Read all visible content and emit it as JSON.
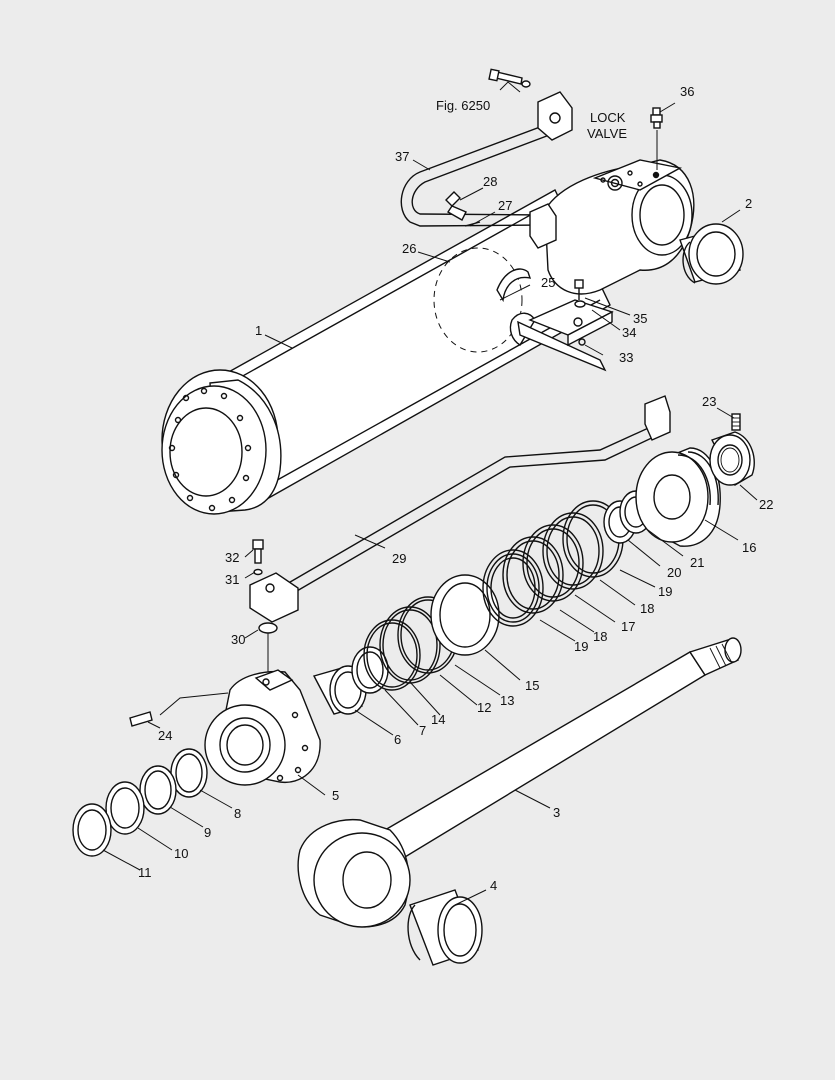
{
  "figure_ref": "Fig. 6250",
  "lock_valve": [
    "LOCK",
    "VALVE"
  ],
  "callouts": [
    "1",
    "2",
    "3",
    "4",
    "5",
    "6",
    "7",
    "8",
    "9",
    "10",
    "11",
    "12",
    "13",
    "14",
    "15",
    "16",
    "17",
    "18",
    "18",
    "19",
    "19",
    "20",
    "21",
    "22",
    "23",
    "24",
    "25",
    "26",
    "27",
    "28",
    "29",
    "30",
    "31",
    "32",
    "33",
    "34",
    "35",
    "36",
    "37"
  ]
}
